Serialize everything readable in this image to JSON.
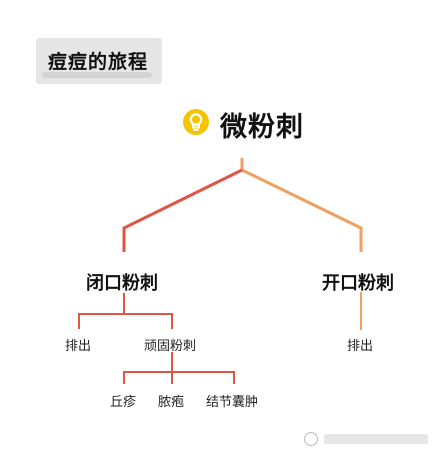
{
  "section_title": "痘痘的旅程",
  "root": {
    "label": "微粉刺",
    "icon": "lightbulb-icon"
  },
  "branches": {
    "closed": {
      "label": "闭口粉刺",
      "children": {
        "expel": "排出",
        "stubborn": {
          "label": "顽固粉刺",
          "children": {
            "papule": "丘疹",
            "pustule": "脓疱",
            "cyst": "结节囊肿"
          }
        }
      }
    },
    "open": {
      "label": "开口粉刺",
      "children": {
        "expel": "排出"
      }
    }
  },
  "colors": {
    "closed_branch": "#e05546",
    "open_branch": "#f0a160",
    "icon": "#f5c400"
  }
}
